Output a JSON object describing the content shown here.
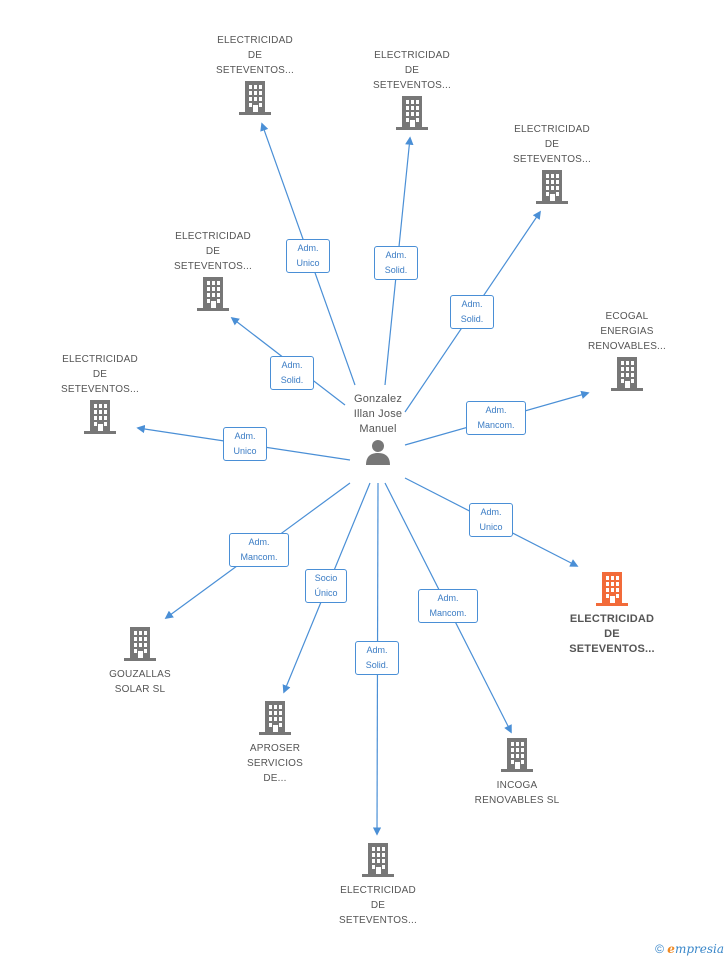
{
  "center": {
    "lines": [
      "Gonzalez",
      "Illan Jose",
      "Manuel"
    ],
    "icon": "person-icon"
  },
  "nodes": [
    {
      "id": "n1",
      "lines": [
        "ELECTRICIDAD",
        "DE",
        "SETEVENTOS..."
      ],
      "icon": "building-icon",
      "color": "#777777"
    },
    {
      "id": "n2",
      "lines": [
        "ELECTRICIDAD",
        "DE",
        "SETEVENTOS..."
      ],
      "icon": "building-icon",
      "color": "#777777"
    },
    {
      "id": "n3",
      "lines": [
        "ELECTRICIDAD",
        "DE",
        "SETEVENTOS..."
      ],
      "icon": "building-icon",
      "color": "#777777"
    },
    {
      "id": "n4",
      "lines": [
        "ELECTRICIDAD",
        "DE",
        "SETEVENTOS..."
      ],
      "icon": "building-icon",
      "color": "#777777"
    },
    {
      "id": "n5",
      "lines": [
        "ECOGAL",
        "ENERGIAS",
        "RENOVABLES..."
      ],
      "icon": "building-icon",
      "color": "#777777"
    },
    {
      "id": "n6",
      "lines": [
        "ELECTRICIDAD",
        "DE",
        "SETEVENTOS..."
      ],
      "icon": "building-icon",
      "color": "#777777"
    },
    {
      "id": "n7",
      "lines": [
        "ELECTRICIDAD",
        "DE",
        "SETEVENTOS..."
      ],
      "icon": "building-icon",
      "color": "#f26b3a",
      "highlight": true
    },
    {
      "id": "n8",
      "lines": [
        "GOUZALLAS",
        "SOLAR SL"
      ],
      "icon": "building-icon",
      "color": "#777777"
    },
    {
      "id": "n9",
      "lines": [
        "APROSER",
        "SERVICIOS",
        "DE..."
      ],
      "icon": "building-icon",
      "color": "#777777"
    },
    {
      "id": "n10",
      "lines": [
        "INCOGA",
        "RENOVABLES SL"
      ],
      "icon": "building-icon",
      "color": "#777777"
    },
    {
      "id": "n11",
      "lines": [
        "ELECTRICIDAD",
        "DE",
        "SETEVENTOS..."
      ],
      "icon": "building-icon",
      "color": "#777777"
    }
  ],
  "edges": [
    {
      "to": "n1",
      "lines": [
        "Adm.",
        "Unico"
      ]
    },
    {
      "to": "n2",
      "lines": [
        "Adm.",
        "Solid."
      ]
    },
    {
      "to": "n3",
      "lines": [
        "Adm.",
        "Solid."
      ]
    },
    {
      "to": "n4",
      "lines": [
        "Adm.",
        "Solid."
      ]
    },
    {
      "to": "n5",
      "lines": [
        "Adm.",
        "Mancom."
      ]
    },
    {
      "to": "n6",
      "lines": [
        "Adm.",
        "Unico"
      ]
    },
    {
      "to": "n7",
      "lines": [
        "Adm.",
        "Unico"
      ]
    },
    {
      "to": "n8",
      "lines": [
        "Adm.",
        "Mancom."
      ]
    },
    {
      "to": "n9",
      "lines": [
        "Socio",
        "Único"
      ]
    },
    {
      "to": "n10",
      "lines": [
        "Adm.",
        "Mancom."
      ]
    },
    {
      "to": "n11",
      "lines": [
        "Adm.",
        "Solid."
      ]
    }
  ],
  "colors": {
    "edge": "#4a8fd6",
    "icon": "#777777",
    "highlight": "#f26b3a"
  },
  "footer": {
    "copyright": "©",
    "brand_first": "e",
    "brand_rest": "mpresia"
  }
}
